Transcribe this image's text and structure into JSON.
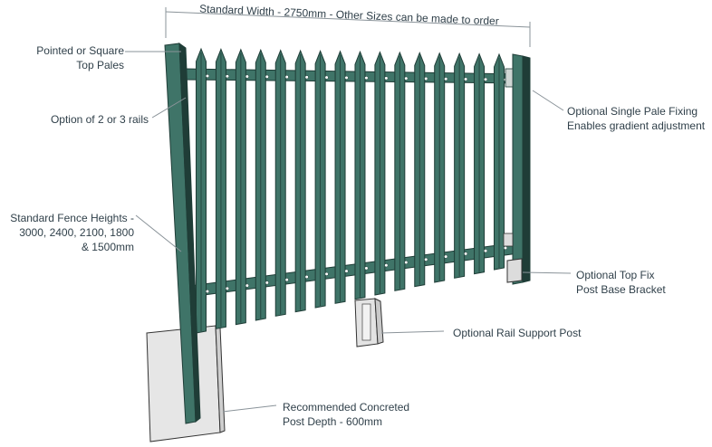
{
  "width_label": "Standard Width - 2750mm - Other Sizes can be made to order",
  "labels": {
    "top_pales": [
      "Pointed or Square",
      "Top Pales"
    ],
    "rails": [
      "Option of 2 or 3 rails"
    ],
    "heights": [
      "Standard Fence Heights -",
      "3000, 2400, 2100, 1800",
      "& 1500mm"
    ],
    "single_pale": [
      "Optional Single Pale Fixing",
      "Enables gradient adjustment"
    ],
    "top_fix": [
      "Optional Top Fix",
      "Post Base Bracket"
    ],
    "rail_support": [
      "Optional Rail Support Post"
    ],
    "concrete": [
      "Recommended Concreted",
      "Post Depth - 600mm"
    ]
  },
  "colors": {
    "pale_green": "#3f7468",
    "pale_dark": "#1f3d37",
    "concrete": "#e4e4e4",
    "leader": "#8a9399"
  }
}
